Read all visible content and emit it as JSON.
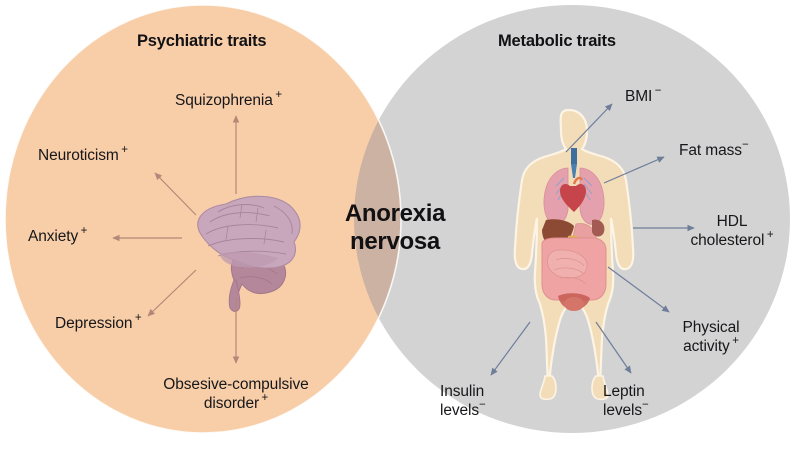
{
  "figure": {
    "type": "venn-diagram",
    "core_label": {
      "line1": "Anorexia",
      "line2": "nervosa"
    },
    "colors": {
      "left_circle": "#F8CEA9",
      "right_circle": "#D3D3D4",
      "overlap": "#CBB2A2",
      "left_arrow": "#B28878",
      "right_arrow": "#6E7E99",
      "text": "#17171a",
      "background": "#FFFFFF"
    }
  },
  "left": {
    "title": "Psychiatric traits",
    "icon": "brain-illustration",
    "traits": [
      {
        "label": "Squizophrenia",
        "sign": "+"
      },
      {
        "label": "Neuroticism",
        "sign": "+"
      },
      {
        "label": "Anxiety",
        "sign": "+"
      },
      {
        "label": "Depression",
        "sign": "+"
      },
      {
        "label": "Obsesive-compulsive",
        "label2": "disorder",
        "sign": "+"
      }
    ]
  },
  "right": {
    "title": "Metabolic traits",
    "icon": "human-body-anatomy-illustration",
    "traits": [
      {
        "label": "BMI",
        "sign": "−"
      },
      {
        "label": "Fat mass",
        "sign": "−"
      },
      {
        "label": "HDL",
        "label2": "cholesterol",
        "sign": "+"
      },
      {
        "label": "Physical",
        "label2": "activity",
        "sign": "+"
      },
      {
        "label": "Insulin",
        "label2": "levels",
        "sign": "−"
      },
      {
        "label": "Leptin",
        "label2": "levels",
        "sign": "−"
      }
    ]
  }
}
